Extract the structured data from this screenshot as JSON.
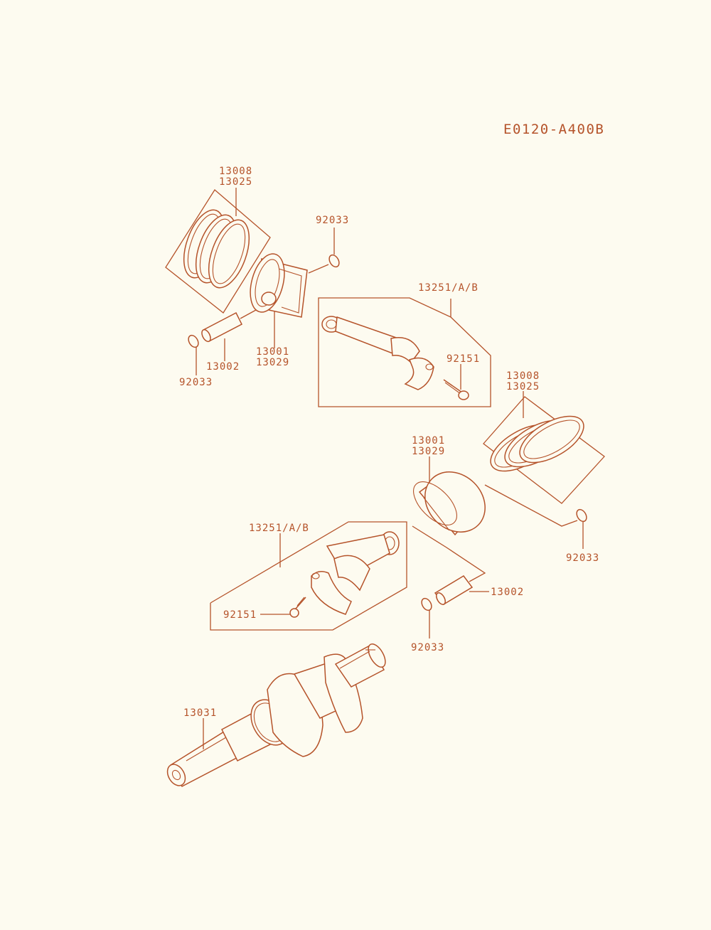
{
  "diagram_code": "E0120-A400B",
  "colors": {
    "line": "#b5532a",
    "background": "#fdfbf0"
  },
  "callouts": {
    "ring_set_1": {
      "line1": "13008",
      "line2": "13025"
    },
    "circlip_top": "92033",
    "circlip_left": "92033",
    "pin_1": "13002",
    "piston_1": {
      "line1": "13001",
      "line2": "13029"
    },
    "conrod_1": "13251/A/B",
    "bolt_1": "92151",
    "ring_set_2": {
      "line1": "13008",
      "line2": "13025"
    },
    "piston_2": {
      "line1": "13001",
      "line2": "13029"
    },
    "circlip_right": "92033",
    "conrod_2": "13251/A/B",
    "pin_2": "13002",
    "bolt_2": "92151",
    "circlip_bottom": "92033",
    "crankshaft": "13031"
  }
}
